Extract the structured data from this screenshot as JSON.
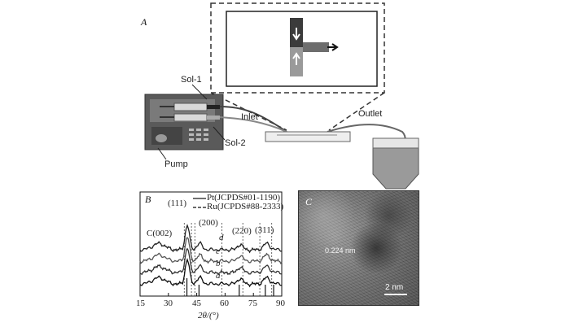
{
  "panel_a": {
    "letter": "A",
    "labels": {
      "sol1": "Sol-1",
      "sol2": "Sol-2",
      "inlet": "Inlet",
      "outlet": "Outlet",
      "pump": "Pump"
    }
  },
  "panel_b": {
    "letter": "B",
    "legend": [
      {
        "name": "Pt(JCPDS#01-1190)",
        "style": "solid"
      },
      {
        "name": "Ru(JCPDS#88-2333)",
        "style": "dashed"
      }
    ],
    "peak_labels": [
      "C(002)",
      "(111)",
      "(200)",
      "(220)",
      "(311)"
    ],
    "curve_labels": [
      "d",
      "c",
      "b",
      "a"
    ],
    "x_ticks": [
      "15",
      "30",
      "45",
      "60",
      "75",
      "90"
    ],
    "x_label": "2θ/(°)"
  },
  "panel_c": {
    "letter": "C",
    "d_spacing": "0.224 nm",
    "scale": "2 nm"
  },
  "chart_data": {
    "type": "line",
    "title": "",
    "xlabel": "2θ/(°)",
    "ylabel": "",
    "xlim": [
      15,
      90
    ],
    "x_ticks": [
      15,
      30,
      45,
      60,
      75,
      90
    ],
    "series": [
      {
        "name": "a",
        "offset": 0
      },
      {
        "name": "b",
        "offset": 1
      },
      {
        "name": "c",
        "offset": 2
      },
      {
        "name": "d",
        "offset": 3
      }
    ],
    "peaks": [
      {
        "label": "C(002)",
        "x": 25
      },
      {
        "label": "(111)",
        "x": 40
      },
      {
        "label": "(200)",
        "x": 46
      },
      {
        "label": "(220)",
        "x": 68
      },
      {
        "label": "(311)",
        "x": 82
      }
    ],
    "reference_lines": {
      "Pt": [
        39.8,
        46.2,
        67.5,
        81.3,
        85.7
      ],
      "Ru": [
        38.4,
        42.2,
        44.0,
        58.3,
        69.4,
        78.4,
        84.7
      ]
    },
    "legend": [
      "Pt(JCPDS#01-1190)",
      "Ru(JCPDS#88-2333)"
    ]
  }
}
